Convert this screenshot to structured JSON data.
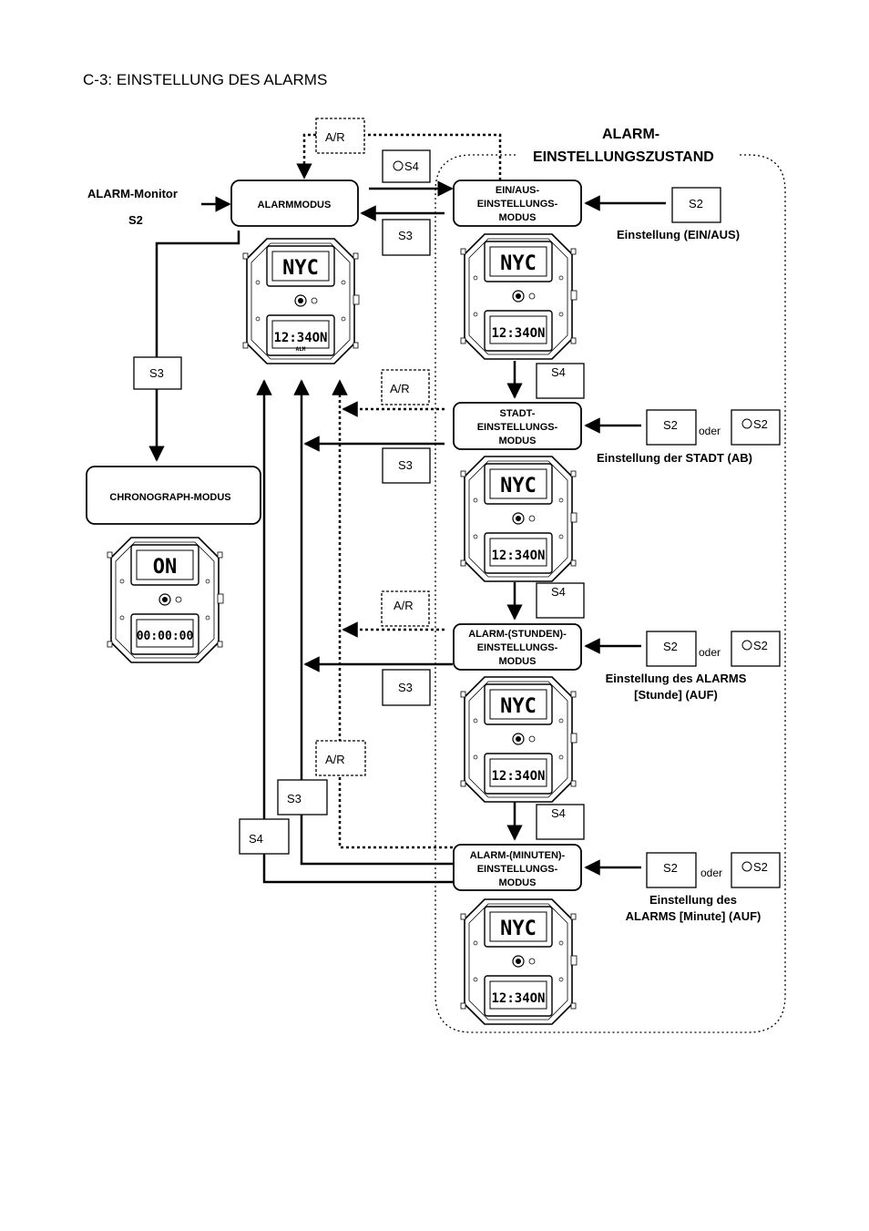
{
  "page_title": "C-3: EINSTELLUNG DES ALARMS",
  "state_title_line1": "ALARM-",
  "state_title_line2": "EINSTELLUNGSZUSTAND",
  "left": {
    "monitor_label": "ALARM-Monitor",
    "monitor_button": "S2",
    "alarm_mode": "ALARMMODUS",
    "chrono_mode": "CHRONOGRAPH-MODUS",
    "s3_to_chrono": "S3"
  },
  "modes": [
    {
      "line1": "EIN/AUS-",
      "line2": "EINSTELLUNGS-",
      "line3": "MODUS"
    },
    {
      "line1": "STADT-",
      "line2": "EINSTELLUNGS-",
      "line3": "MODUS"
    },
    {
      "line1": "ALARM-(STUNDEN)-",
      "line2": "EINSTELLUNGS-",
      "line3": "MODUS"
    },
    {
      "line1": "ALARM-(MINUTEN)-",
      "line2": "EINSTELLUNGS-",
      "line3": "MODUS"
    }
  ],
  "buttons": {
    "ar": "A/R",
    "s2": "S2",
    "s3": "S3",
    "s4": "S4",
    "s2_ring": "S2",
    "s4_ring": "S4",
    "oder": "oder"
  },
  "settings": {
    "onoff": "Einstellung (EIN/AUS)",
    "city": "Einstellung der STADT (AB)",
    "hour_line1": "Einstellung des ALARMS",
    "hour_line2": "[Stunde] (AUF)",
    "minute_line1": "Einstellung des",
    "minute_line2": "ALARMS [Minute] (AUF)"
  },
  "watch_display": {
    "upper": "NYC",
    "lower": "12:34ON",
    "label": "ALM",
    "chrono_upper": "ON",
    "chrono_lower": "00:00:00"
  }
}
